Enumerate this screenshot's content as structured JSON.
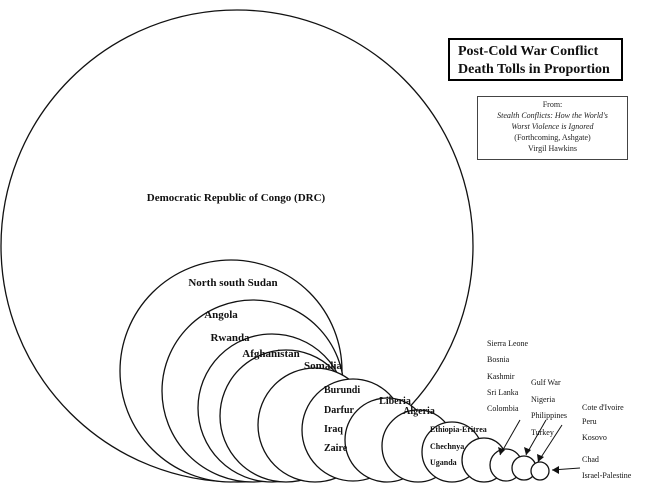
{
  "title": {
    "line1": "Post-Cold War Conflict",
    "line2": "Death Tolls in Proportion"
  },
  "source": {
    "from": "From:",
    "book_line1": "Stealth Conflicts: How the World's",
    "book_line2": "Worst Violence is Ignored",
    "publisher": "(Forthcoming, Ashgate)",
    "author": "Virgil Hawkins"
  },
  "conflicts": {
    "drc": "Democratic Republic of Congo (DRC)",
    "sudan": "North south Sudan",
    "angola": "Angola",
    "rwanda": "Rwanda",
    "afghanistan": "Afghanistan",
    "somalia": "Somalia",
    "burundi": "Burundi",
    "darfur": "Darfur",
    "iraq": "Iraq",
    "zaire": "Zaire",
    "liberia": "Liberia",
    "algeria": "Algeria",
    "ethiopia_eritrea": "Ethiopia-Eritrea",
    "chechnya": "Chechnya",
    "uganda": "Uganda",
    "sierra_leone": "Sierra Leone",
    "bosnia": "Bosnia",
    "kashmir": "Kashmir",
    "sri_lanka": "Sri Lanka",
    "colombia": "Colombia",
    "gulf_war": "Gulf War",
    "nigeria": "Nigeria",
    "philippines": "Philippines",
    "turkey": "Turkey",
    "cote_divoire": "Cote d'Ivoire",
    "peru": "Peru",
    "kosovo": "Kosovo",
    "chad": "Chad",
    "israel_palestine": "Israel-Palestine"
  }
}
